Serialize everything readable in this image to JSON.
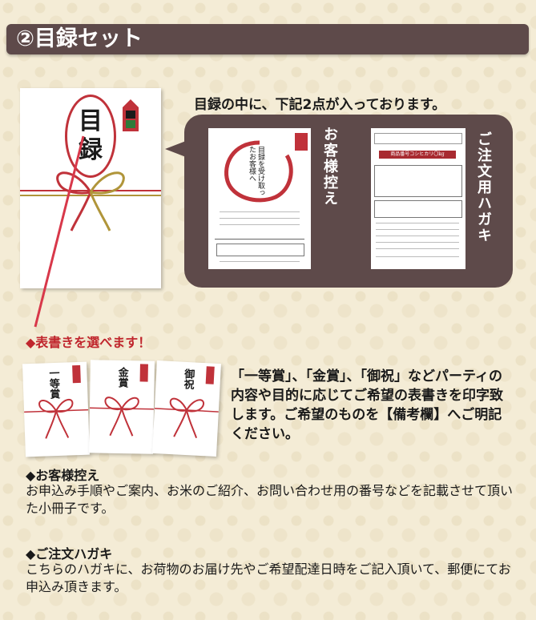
{
  "header": {
    "title": "②目録セット"
  },
  "mokuroku_card": {
    "label_top": "目",
    "label_bottom": "録"
  },
  "intro": {
    "text": "目録の中に、下記2点が入っております。"
  },
  "docs": {
    "customer_copy_label": "お客様控え",
    "order_postcard_label": "ご注文用ハガキ",
    "doc1_text": "目録を受け取ったお客様へ",
    "doc2_banner": "商品番号コシヒカリ〇kg"
  },
  "noshi": {
    "heading": "◆表書きを選べます！",
    "cards": [
      "一等賞",
      "金賞",
      "御祝"
    ],
    "description": "「一等賞」、「金賞」、「御祝」などパーティの内容や目的に応じてご希望の表書きを印字致します。ご希望のものを【備考欄】へご明記ください。"
  },
  "sections": [
    {
      "title": "◆お客様控え",
      "body": "お申込み手順やご案内、お米のご紹介、お問い合わせ用の番号などを記載させて頂いた小冊子です。"
    },
    {
      "title": "◆ご注文ハガキ",
      "body": "こちらのハガキに、お荷物のお届け先やご希望配達日時をご記入頂いて、郵便にてお申込み頂きます。"
    }
  ],
  "colors": {
    "header_bg": "#5e4a4a",
    "accent_red": "#c0262d",
    "background": "#f4ecd6"
  }
}
